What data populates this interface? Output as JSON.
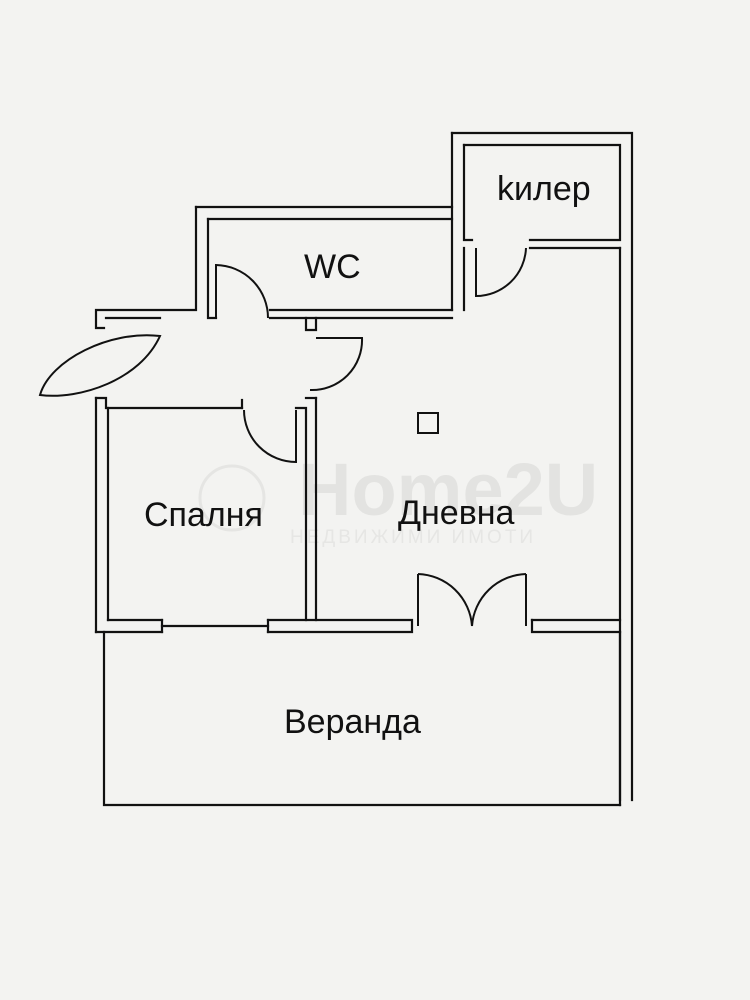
{
  "rooms": {
    "storage": "kилер",
    "wc": "WC",
    "bedroom": "Спалня",
    "living": "Дневна",
    "veranda": "Веранда"
  },
  "watermark": {
    "logo": "Home2U",
    "tagline": "НЕДВИЖИМИ ИМОТИ"
  },
  "colors": {
    "background": "#f3f3f1",
    "line": "#111111",
    "watermark": "#e3e3e1"
  }
}
